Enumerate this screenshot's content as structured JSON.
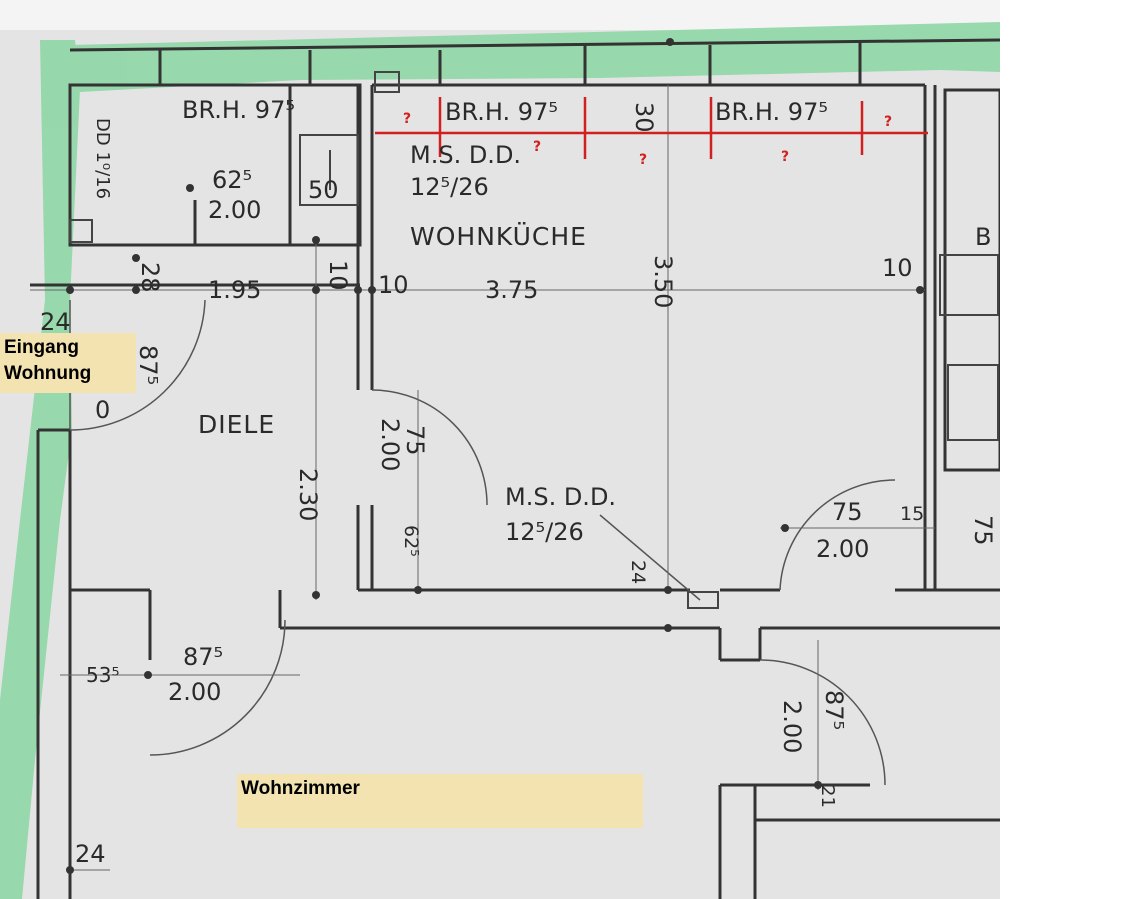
{
  "rooms": {
    "kitchen": "WOHNKÜCHE",
    "hall": "DIELE"
  },
  "labels": {
    "entry_line1": "Eingang",
    "entry_line2": "Wohnung",
    "living": "Wohnzimmer"
  },
  "dims": {
    "brh_1": "BR.H. 97⁵",
    "brh_2": "BR.H. 97⁵",
    "brh_3": "BR.H. 97⁵",
    "top_30": "30",
    "dd_vert": "DD 1⁰/16",
    "w_625": "62⁵",
    "w_200a": "2.00",
    "w_50": "50",
    "ms_dd_1": "M.S. D.D.",
    "ms_dd_1b": "12⁵/26",
    "w_10a": "10",
    "w_10b": "10",
    "w_10c": "10",
    "w_28": "28",
    "w_195": "1.95",
    "w_375": "3.75",
    "w_350": "3.50",
    "w_24a": "24",
    "w_875a": "87⁵",
    "w_0": "0",
    "w_75a": "75",
    "w_200b": "2.00",
    "w_230": "2.30",
    "w_625b": "62⁵",
    "ms_dd_2": "M.S. D.D.",
    "ms_dd_2b": "12⁵/26",
    "w_24b": "24",
    "w_75b": "75",
    "w_200c": "2.00",
    "w_15": "15",
    "w_535": "53⁵",
    "w_875b": "87⁵",
    "w_200d": "2.00",
    "w_875c": "87⁵",
    "w_200e": "2.00",
    "w_21": "21",
    "w_24c": "24",
    "right_b": "B",
    "right_75": "75"
  },
  "marks": {
    "q1": "?",
    "q2": "?",
    "q3": "?",
    "q4": "?",
    "q5": "?"
  },
  "colors": {
    "annotation": "#d22020",
    "highlight": "#7fd39a",
    "label_bg": "#f3e3b0"
  }
}
